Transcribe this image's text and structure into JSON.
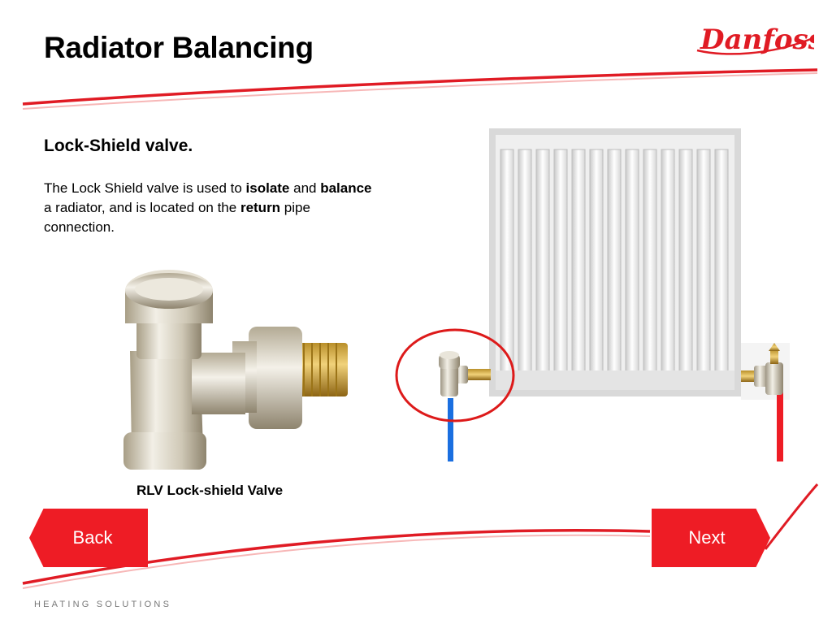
{
  "header": {
    "title": "Radiator Balancing",
    "logo_text": "Danfoss"
  },
  "content": {
    "subtitle": "Lock-Shield valve.",
    "desc_part1": "The Lock Shield valve is used to ",
    "desc_bold1": "isolate",
    "desc_part2": " and ",
    "desc_bold2": "balance",
    "desc_part3": " a radiator, and is located on the ",
    "desc_bold3": "return",
    "desc_part4": " pipe connection.",
    "photo_caption": "RLV Lock-shield Valve"
  },
  "navigation": {
    "back_label": "Back",
    "next_label": "Next"
  },
  "footer": {
    "tagline": "HEATING SOLUTIONS"
  },
  "colors": {
    "brand_red": "#ee1c25",
    "return_pipe": "#1a6fe0",
    "flow_pipe": "#ee1c25",
    "highlight_circle": "#dd1a1a"
  },
  "icons": {
    "logo": "danfoss-logo",
    "valve_photo": "lock-shield-valve-photo",
    "diagram": "radiator-diagram"
  }
}
